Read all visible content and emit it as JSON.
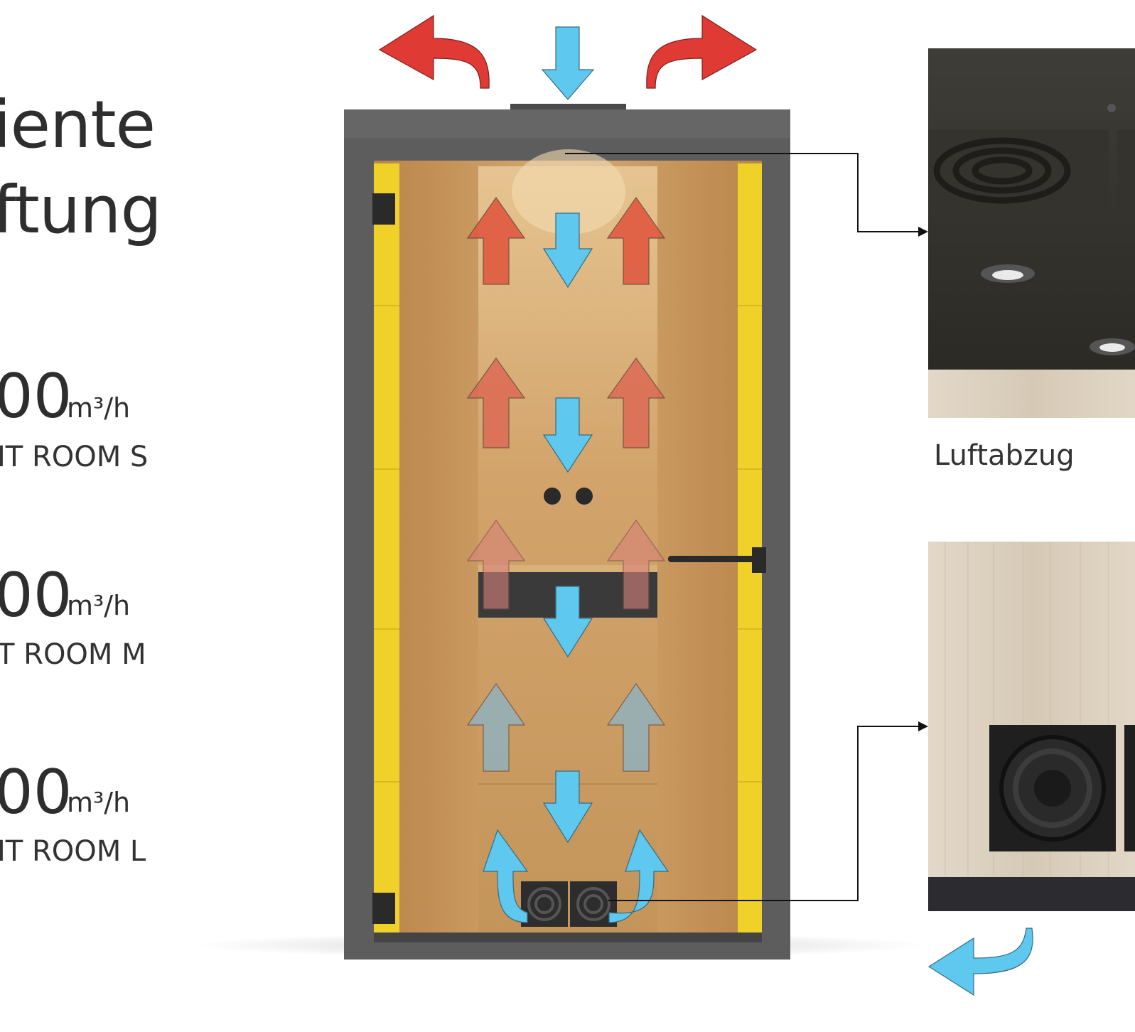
{
  "heading": {
    "line1": "iente",
    "line2": "ftung"
  },
  "specs": [
    {
      "value": "00",
      "unit": "m³/h",
      "model": "IT ROOM S"
    },
    {
      "value": "00",
      "unit": "m³/h",
      "model": "T ROOM M"
    },
    {
      "value": "00",
      "unit": "m³/h",
      "model": "IT ROOM L"
    }
  ],
  "captions": {
    "exhaust": "Luftabzug"
  },
  "colors": {
    "warm_arrow": "#e03a35",
    "cool_arrow": "#5ec8ef",
    "frame": "#5b5b5b",
    "wood": "#c99a63",
    "felt_yellow": "#f2d52b",
    "ceiling_dark": "#3a3832",
    "light_wood": "#ddd2c4"
  },
  "icons": [
    "hot-air-out-arrow",
    "fresh-air-in-arrow",
    "ceiling-vent-icon",
    "floor-fan-icon"
  ]
}
